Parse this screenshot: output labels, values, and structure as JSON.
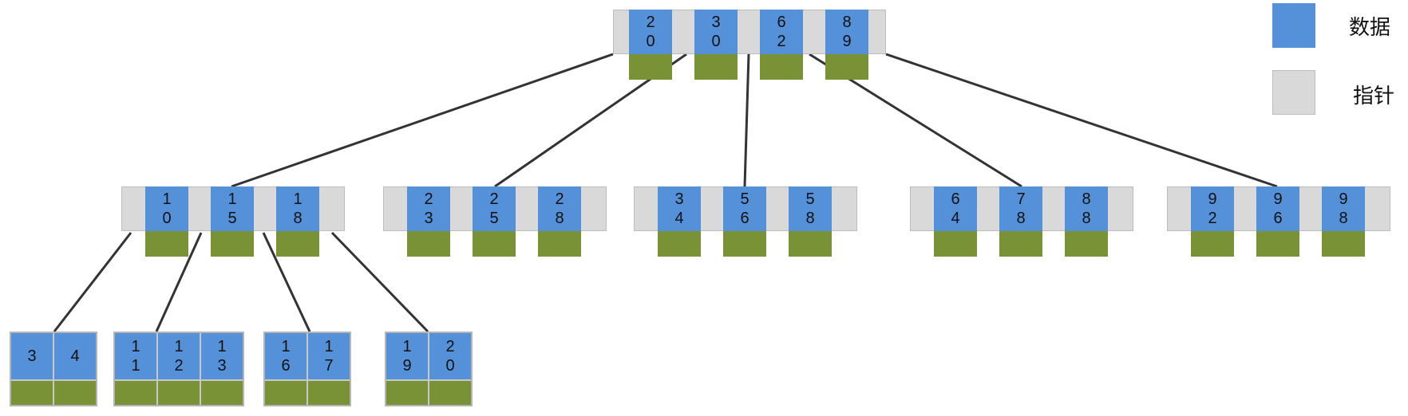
{
  "colors": {
    "data": "#5591d9",
    "pointer": "#d9d9d9",
    "payload": "#7a9236",
    "edge": "#333333"
  },
  "legend": {
    "data_label": "数据",
    "pointer_label": "指针"
  },
  "root": {
    "keys": [
      "20",
      "30",
      "62",
      "89"
    ]
  },
  "internal": [
    {
      "keys": [
        "10",
        "15",
        "18"
      ]
    },
    {
      "keys": [
        "23",
        "25",
        "28"
      ]
    },
    {
      "keys": [
        "34",
        "56",
        "58"
      ]
    },
    {
      "keys": [
        "64",
        "78",
        "88"
      ]
    },
    {
      "keys": [
        "92",
        "96",
        "98"
      ]
    }
  ],
  "leaves": [
    {
      "keys": [
        "3",
        "4"
      ]
    },
    {
      "keys": [
        "11",
        "12",
        "13"
      ]
    },
    {
      "keys": [
        "16",
        "17"
      ]
    },
    {
      "keys": [
        "19",
        "20"
      ]
    }
  ]
}
